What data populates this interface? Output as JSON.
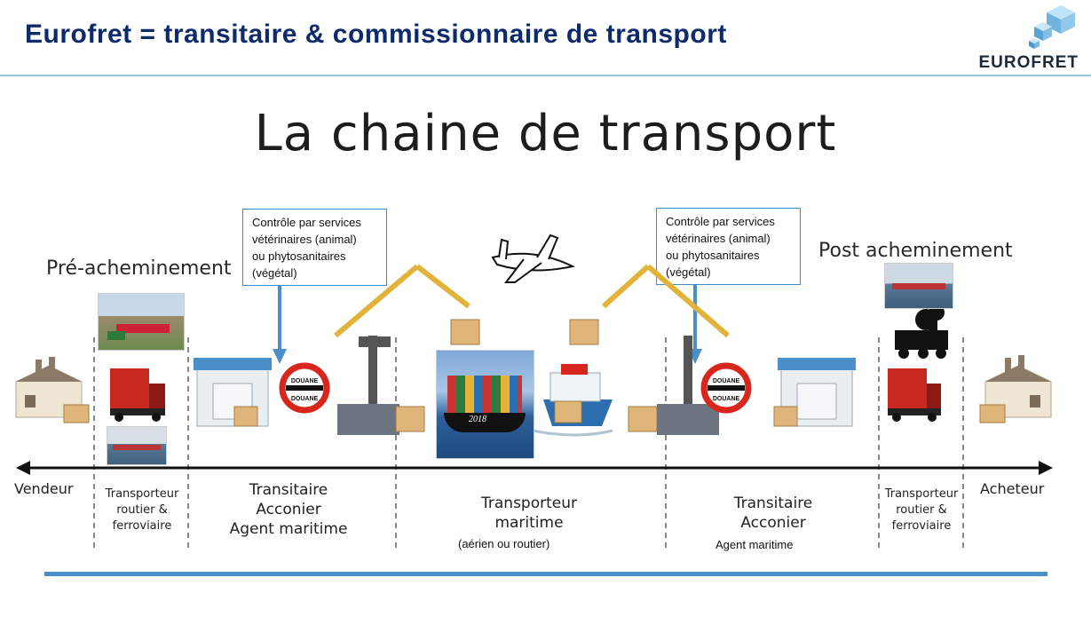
{
  "header": {
    "title": "Eurofret = transitaire & commissionnaire de transport",
    "logo_text": "EUROFRET"
  },
  "diagram": {
    "title": "La chaine de transport",
    "phase_pre": "Pré-acheminement",
    "phase_post": "Post acheminement",
    "callout_left": [
      "Contrôle par services",
      "vétérinaires (animal)",
      "ou phytosanitaires",
      "(végétal)"
    ],
    "callout_right": [
      "Contrôle par services",
      "vétérinaires (animal)",
      "ou phytosanitaires",
      "(végétal)"
    ],
    "douane_label": "DOUANE",
    "ship_year": "2018",
    "zones": {
      "vendeur": "Vendeur",
      "transporteur_left": [
        "Transporteur",
        "routier &",
        "ferroviaire"
      ],
      "transitaire_left": [
        "Transitaire",
        "Acconier",
        "Agent maritime"
      ],
      "transporteur_maritime": [
        "Transporteur",
        "maritime"
      ],
      "maritime_note": "(aérien ou routier)",
      "transitaire_right": [
        "Transitaire",
        "Acconier"
      ],
      "agent_right": "Agent maritime",
      "transporteur_right": [
        "Transporteur",
        "routier &",
        "ferroviaire"
      ],
      "acheteur": "Acheteur"
    }
  },
  "colors": {
    "header_text": "#0d2b6b",
    "accent_blue": "#4a8fc9",
    "crane_yellow": "#e2b33a",
    "box_tan": "#e0b57a",
    "douane_red": "#d8261c"
  }
}
